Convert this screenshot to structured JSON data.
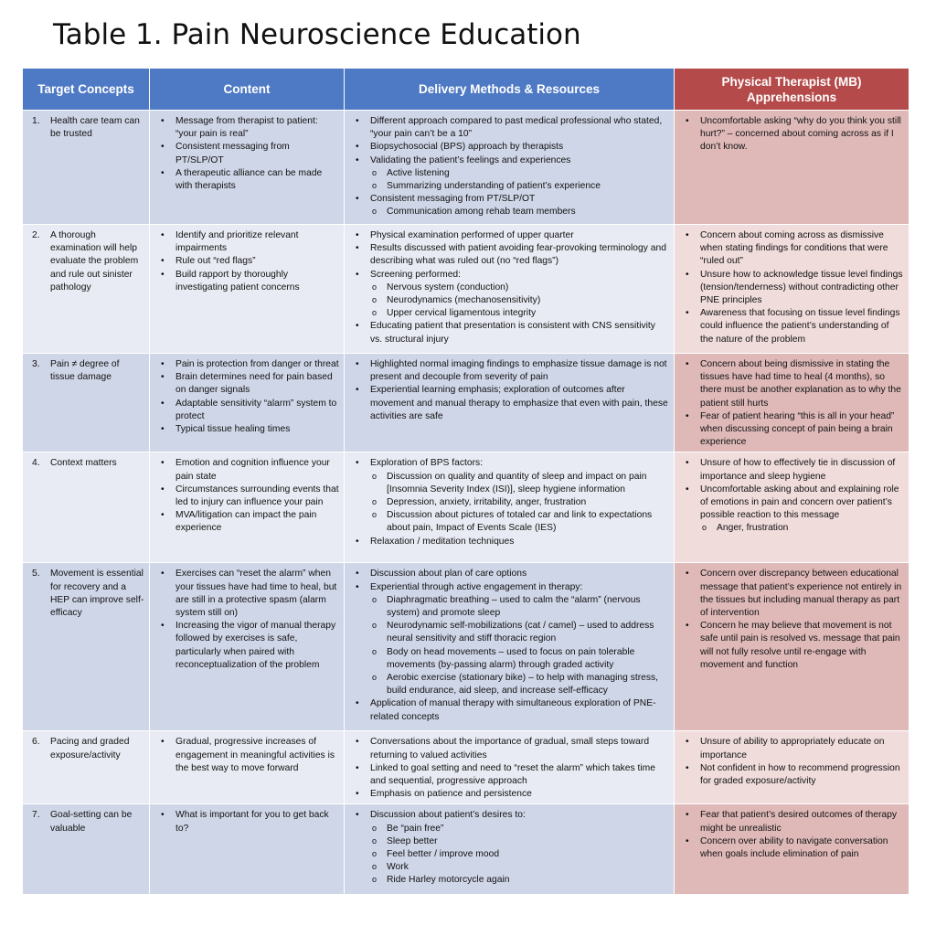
{
  "title": "Table 1. Pain Neuroscience Education",
  "headers": [
    "Target Concepts",
    "Content",
    "Delivery Methods & Resources",
    "Physical Therapist (MB) Apprehensions"
  ],
  "colors": {
    "header_blue": "#4e79c4",
    "header_red": "#b54a4a",
    "row_dark": "#cfd6e7",
    "row_light": "#e8ebf3",
    "therapist_dark": "#deb9b8",
    "therapist_light": "#efdcdb"
  },
  "rows": [
    {
      "num": "1.",
      "concept": "Health care team can be trusted",
      "content": [
        {
          "t": "Message from therapist to patient: “your pain is real”"
        },
        {
          "t": "Consistent messaging from PT/SLP/OT"
        },
        {
          "t": "A therapeutic alliance can be made with therapists"
        }
      ],
      "delivery": [
        {
          "t": "Different approach compared to past medical professional who stated, “your pain can’t be a 10”"
        },
        {
          "t": "Biopsychosocial (BPS) approach by therapists"
        },
        {
          "t": "Validating the patient’s feelings and experiences",
          "sub": [
            "Active listening",
            "Summarizing understanding of patient’s experience"
          ]
        },
        {
          "t": "Consistent messaging from PT/SLP/OT",
          "sub": [
            "Communication among rehab team members"
          ]
        }
      ],
      "apprehensions": [
        {
          "t": "Uncomfortable asking “why do you think you still hurt?” – concerned about coming across as if I don’t know."
        }
      ]
    },
    {
      "num": "2.",
      "concept": "A thorough examination will help evaluate the problem and rule out sinister pathology",
      "content": [
        {
          "t": "Identify and prioritize relevant impairments"
        },
        {
          "t": "Rule out “red flags”"
        },
        {
          "t": "Build rapport by thoroughly investigating patient concerns"
        }
      ],
      "delivery": [
        {
          "t": "Physical examination performed of upper quarter"
        },
        {
          "t": "Results discussed with patient avoiding fear-provoking terminology and describing what was ruled out (no “red flags”)"
        },
        {
          "t": "Screening performed:",
          "sub": [
            "Nervous system (conduction)",
            "Neurodynamics (mechanosensitivity)",
            "Upper cervical ligamentous integrity"
          ]
        },
        {
          "t": "Educating patient that presentation is consistent with CNS sensitivity vs. structural injury"
        }
      ],
      "apprehensions": [
        {
          "t": "Concern about coming across as dismissive when stating findings for conditions that were “ruled out”"
        },
        {
          "t": "Unsure how to acknowledge tissue level findings (tension/tenderness) without contradicting other PNE principles"
        },
        {
          "t": "Awareness that focusing on tissue level findings could influence the patient’s understanding of the nature of the problem"
        }
      ]
    },
    {
      "num": "3.",
      "concept": "Pain ≠ degree of tissue damage",
      "content": [
        {
          "t": "Pain is protection from danger or threat"
        },
        {
          "t": "Brain determines need for pain based on danger signals"
        },
        {
          "t": "Adaptable sensitivity “alarm” system to protect"
        },
        {
          "t": "Typical tissue healing times"
        }
      ],
      "delivery": [
        {
          "t": "Highlighted normal imaging findings to emphasize tissue damage is not present and decouple from severity of pain"
        },
        {
          "t": "Experiential learning emphasis; exploration of outcomes after movement and manual therapy to emphasize that even with pain, these activities are safe"
        }
      ],
      "apprehensions": [
        {
          "t": "Concern about being dismissive in stating the tissues have had time to heal (4 months), so there must be another explanation as to why the patient still hurts"
        },
        {
          "t": "Fear of patient hearing “this is all in your head” when discussing concept of pain being a brain experience"
        }
      ]
    },
    {
      "num": "4.",
      "concept": "Context matters",
      "content": [
        {
          "t": "Emotion and cognition influence your pain state"
        },
        {
          "t": "Circumstances surrounding events that led to injury can influence your pain"
        },
        {
          "t": "MVA/litigation can impact the pain experience"
        }
      ],
      "delivery": [
        {
          "t": "Exploration of BPS factors:",
          "sub": [
            "Discussion on quality and quantity of sleep and impact on pain [Insomnia Severity Index (ISI)], sleep hygiene information",
            "Depression, anxiety, irritability, anger, frustration",
            "Discussion about pictures of totaled car and link to expectations about pain, Impact of Events Scale (IES)"
          ]
        },
        {
          "t": "Relaxation / meditation techniques"
        }
      ],
      "apprehensions": [
        {
          "t": "Unsure of how to effectively tie in discussion of importance and sleep hygiene"
        },
        {
          "t": "Uncomfortable asking about and explaining role of emotions in pain and concern over patient’s possible reaction to this message",
          "sub": [
            "Anger, frustration"
          ]
        }
      ]
    },
    {
      "num": "5.",
      "concept": "Movement is essential for recovery and a HEP can improve self-efficacy",
      "content": [
        {
          "t": "Exercises can “reset the alarm” when your tissues have had time to heal, but are still in a protective spasm (alarm system still on)"
        },
        {
          "t": "Increasing the vigor of manual therapy followed by exercises is safe, particularly when paired with reconceptualization of the problem"
        }
      ],
      "delivery": [
        {
          "t": "Discussion about plan of care options"
        },
        {
          "t": "Experiential through active engagement in therapy:",
          "sub": [
            "Diaphragmatic breathing – used to calm the “alarm” (nervous system) and promote sleep",
            "Neurodynamic self-mobilizations (cat / camel) – used to address neural sensitivity and stiff thoracic region",
            "Body on head movements – used to focus on pain tolerable movements (by-passing alarm) through graded activity",
            "Aerobic exercise (stationary bike) – to help with managing stress, build endurance, aid sleep, and increase self-efficacy"
          ]
        },
        {
          "t": "Application of manual therapy with simultaneous exploration of PNE-related concepts"
        }
      ],
      "apprehensions": [
        {
          "t": "Concern over discrepancy between educational message that patient’s experience not entirely in the tissues but including manual therapy as part of intervention"
        },
        {
          "t": "Concern he may believe that movement is not safe until pain is resolved vs. message that pain will not fully resolve until re-engage with movement and function"
        }
      ]
    },
    {
      "num": "6.",
      "concept": "Pacing and graded exposure/activity",
      "content": [
        {
          "t": "Gradual, progressive increases of engagement in meaningful activities is the best way to move forward"
        }
      ],
      "delivery": [
        {
          "t": "Conversations about the importance of gradual, small steps toward returning to valued activities"
        },
        {
          "t": "Linked to goal setting and need to “reset the alarm” which takes time and sequential, progressive approach"
        },
        {
          "t": "Emphasis on patience and persistence"
        }
      ],
      "apprehensions": [
        {
          "t": "Unsure of ability to appropriately educate on importance"
        },
        {
          "t": "Not confident in how to recommend progression for graded exposure/activity"
        }
      ]
    },
    {
      "num": "7.",
      "concept": "Goal-setting can be valuable",
      "content": [
        {
          "t": "What is important for you to get back to?"
        }
      ],
      "delivery": [
        {
          "t": "Discussion about patient’s desires to:",
          "sub": [
            "Be “pain free”",
            "Sleep better",
            "Feel better / improve mood",
            "Work",
            "Ride Harley motorcycle again"
          ]
        }
      ],
      "apprehensions": [
        {
          "t": "Fear that patient’s desired outcomes of therapy might be unrealistic"
        },
        {
          "t": "Concern over ability to navigate conversation when goals include elimination of pain"
        }
      ]
    }
  ]
}
